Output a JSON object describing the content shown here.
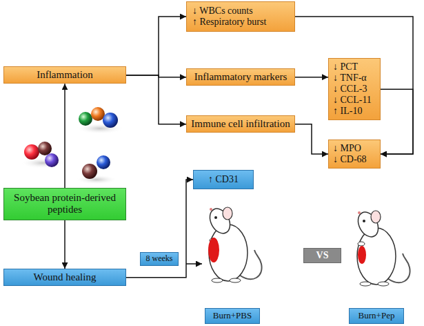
{
  "diagram": {
    "nodes": [
      {
        "text": [
          "Inflammation"
        ]
      },
      {
        "text": [
          "↓ WBCs counts",
          "↑ Respiratory burst"
        ]
      },
      {
        "text": [
          "Inflammatory markers"
        ]
      },
      {
        "text": [
          "Immune cell infiltration"
        ]
      },
      {
        "text": [
          "↓ PCT",
          "↓ TNF-α",
          "↓ CCL-3",
          "↓ CCL-11",
          "↑ IL-10"
        ]
      },
      {
        "text": [
          "↓ MPO",
          "↓ CD-68"
        ]
      },
      {
        "text": [
          "Soybean protein-derived peptides"
        ]
      },
      {
        "text": [
          "Wound healing"
        ]
      },
      {
        "text": [
          "↑ CD31"
        ]
      },
      {
        "text": [
          "8 weeks"
        ]
      },
      {
        "text": [
          "VS"
        ]
      },
      {
        "text": [
          "Burn+PBS"
        ]
      },
      {
        "text": [
          "Burn+Pep"
        ]
      }
    ],
    "edges": [
      {
        "from": 6,
        "to": 0,
        "arrow": "to"
      },
      {
        "from": 6,
        "to": 7,
        "arrow": "to"
      },
      {
        "from": 0,
        "to": 1,
        "arrow": "to"
      },
      {
        "from": 0,
        "to": 2,
        "arrow": "to"
      },
      {
        "from": 0,
        "to": 3,
        "arrow": "to"
      },
      {
        "from": 2,
        "to": 4,
        "arrow": "to"
      },
      {
        "from": 1,
        "to": 5,
        "arrow": "to"
      },
      {
        "from": 4,
        "to": 5,
        "arrow": "to"
      },
      {
        "from": 3,
        "to": 5,
        "arrow": "to"
      },
      {
        "from": 7,
        "to": 8,
        "arrow": "to"
      }
    ]
  }
}
